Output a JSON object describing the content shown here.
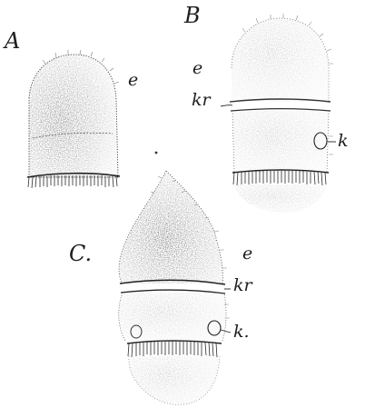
{
  "figure": {
    "panels": [
      {
        "id": "A",
        "label": "A",
        "parts": [
          "e"
        ]
      },
      {
        "id": "B",
        "label": "B",
        "parts": [
          "e",
          "kr",
          "k"
        ]
      },
      {
        "id": "C",
        "label": "C.",
        "parts": [
          "e",
          "kr",
          "k."
        ]
      }
    ],
    "labels": {
      "A": "A",
      "B": "B",
      "C": "C.",
      "A_e": "e",
      "B_e": "e",
      "B_kr": "kr",
      "B_k": "k",
      "C_e": "e",
      "C_kr": "kr",
      "C_k": "k."
    },
    "colors": {
      "ink": "#1e1e1e",
      "stipple": "#6a6a6a",
      "paper": "#ffffff"
    }
  }
}
